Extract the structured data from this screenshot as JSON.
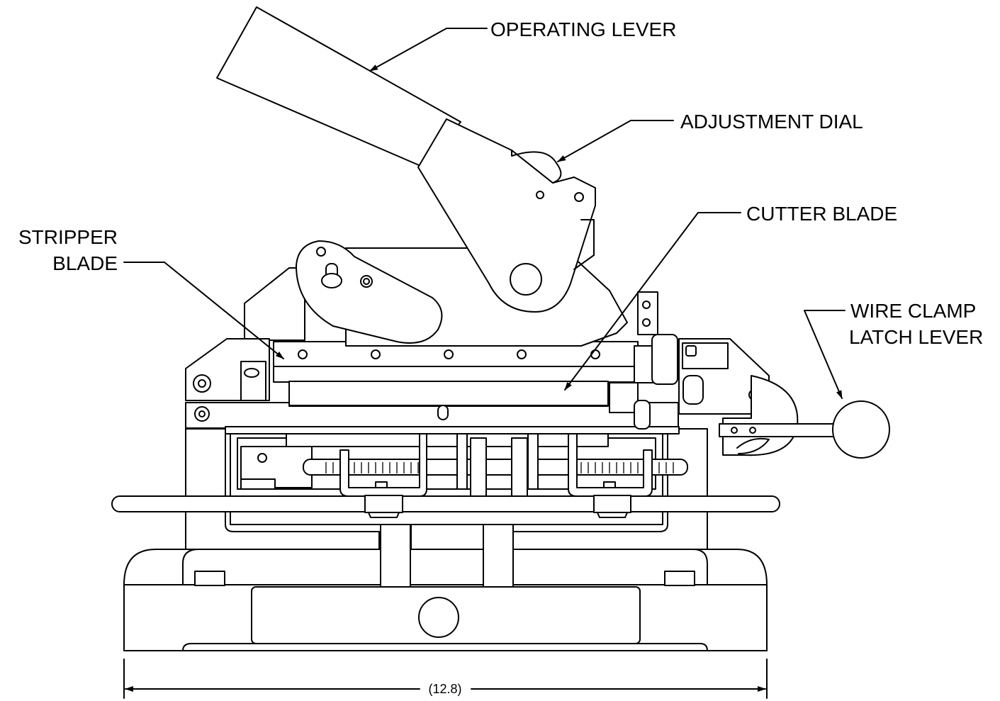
{
  "callouts": {
    "operating_lever": "OPERATING LEVER",
    "adjustment_dial": "ADJUSTMENT DIAL",
    "cutter_blade": "CUTTER BLADE",
    "stripper_blade_line1": "STRIPPER",
    "stripper_blade_line2": "BLADE",
    "wire_clamp_line1": "WIRE CLAMP",
    "wire_clamp_line2": "LATCH LEVER"
  },
  "dimension": {
    "width_label": "(12.8)"
  }
}
